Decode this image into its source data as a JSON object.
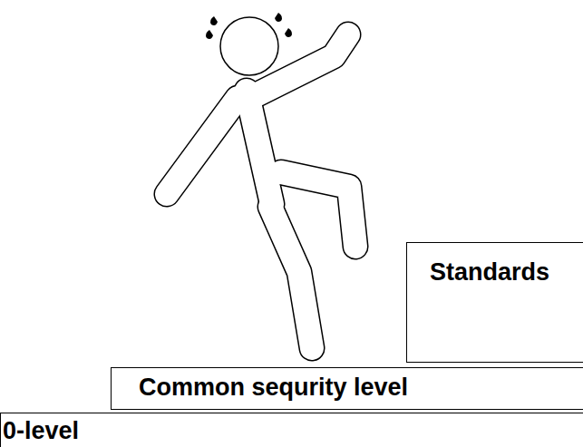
{
  "diagram": {
    "nodes": [
      {
        "text": [
          "Standards"
        ]
      },
      {
        "text": [
          "Common sequrity level"
        ]
      },
      {
        "text": [
          "0-level"
        ]
      }
    ]
  }
}
